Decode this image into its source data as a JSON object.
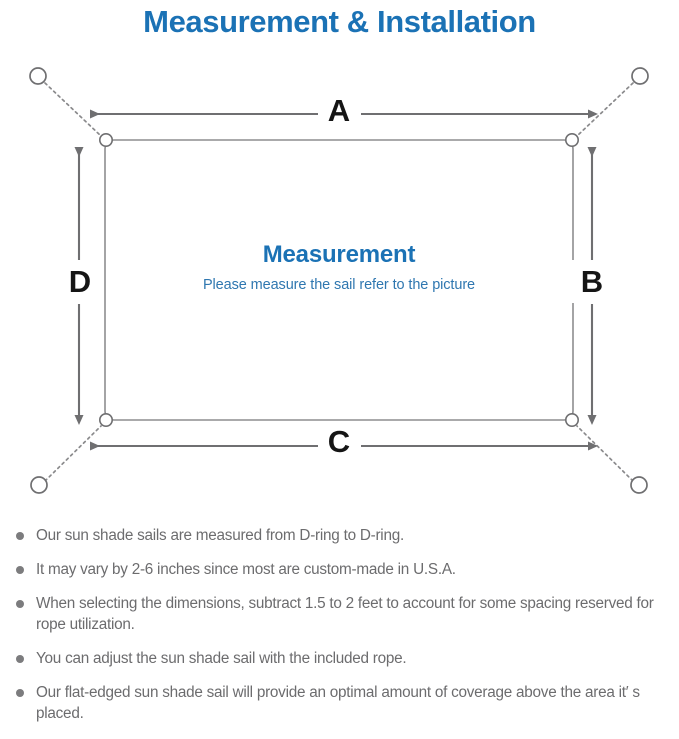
{
  "title": "Measurement & Installation",
  "colors": {
    "title_blue": "#1b72b5",
    "center_blue": "#1b72b5",
    "subtitle_blue": "#2f77b0",
    "sail_outline": "#8d8d8f",
    "arrow_gray": "#6f6f71",
    "dotted_gray": "#8a8a8c",
    "letter_black": "#151515",
    "note_gray": "#6c6c6e",
    "bullet_gray": "#7c7c7e"
  },
  "diagram": {
    "center_title": "Measurement",
    "center_subtitle": "Please measure the sail refer to the picture",
    "dimensions": {
      "top": "A",
      "right": "B",
      "bottom": "C",
      "left": "D"
    },
    "icons": {
      "anchor_point": "anchor-circle-icon",
      "d_ring": "d-ring-icon",
      "rope": "dotted-rope-line-icon",
      "sail": "shade-sail-rectangle-icon"
    }
  },
  "notes": [
    "Our sun shade sails are measured from D-ring to D-ring.",
    "It may vary by 2-6 inches since most are custom-made in U.S.A.",
    "When selecting the dimensions, subtract 1.5 to 2 feet to account for some spacing reserved for rope utilization.",
    "You can adjust the sun shade sail with the included rope.",
    "Our flat-edged sun shade sail will provide an optimal amount of coverage above the area it′ s placed.",
    "•"
  ]
}
